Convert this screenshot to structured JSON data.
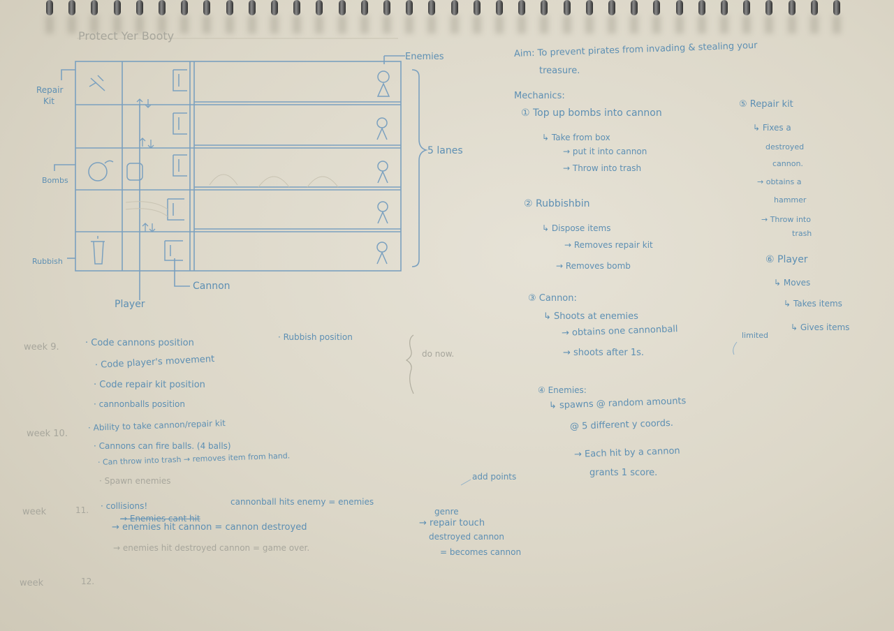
{
  "diagram": {
    "title": "Protect Yer Booty",
    "enemies_label": "Enemies",
    "repair_label_1": "Repair",
    "repair_label_2": "Kit",
    "bombs_label": "Bombs",
    "rubbish_label": "Rubbish",
    "lanes_label": "5 lanes",
    "cannon_label": "Cannon",
    "player_label": "Player"
  },
  "aim": {
    "line1": "Aim: To prevent pirates from invading & stealing your",
    "line2": "treasure."
  },
  "mechanics": {
    "heading": "Mechanics:",
    "m1": {
      "title": "① Top up bombs into cannon",
      "a": "↳ Take from box",
      "b": "→ put it into cannon",
      "c": "→ Throw into trash"
    },
    "m2": {
      "title": "② Rubbishbin",
      "a": "↳ Dispose items",
      "b": "→ Removes repair kit",
      "c": "→ Removes bomb"
    },
    "m3": {
      "title": "③ Cannon:",
      "a": "↳ Shoots at enemies",
      "b": "→ obtains one cannonball",
      "limited": "limited",
      "c": "→ shoots after 1s."
    },
    "m4": {
      "title": "④ Enemies:",
      "a": "↳ spawns @ random amounts",
      "b": "@ 5 different y coords.",
      "c": "→ Each hit by a cannon",
      "d": "grants 1 score."
    },
    "m5": {
      "title": "⑤ Repair kit",
      "a": "↳ Fixes a",
      "b": "destroyed",
      "c": "cannon.",
      "d": "→ obtains a",
      "e": "hammer",
      "f": "→ Throw into",
      "g": "trash"
    },
    "m6": {
      "title": "⑥ Player",
      "a": "↳ Moves",
      "b": "↳ Takes items",
      "c": "↳ Gives items"
    }
  },
  "weeks": {
    "w9": {
      "label": "week 9.",
      "items": [
        "· Code cannons position",
        "· Code player's movement",
        "· Code repair kit position",
        "· cannonballs position",
        "· Rubbish position"
      ],
      "note": "do now."
    },
    "w10": {
      "label": "week 10.",
      "items": [
        "· Ability to take cannon/repair kit",
        "· Cannons can fire balls. (4 balls)",
        "· Can throw into trash → removes item from hand.",
        "· Spawn enemies"
      ]
    },
    "w11": {
      "label": "week",
      "number": "11.",
      "struck": "· collisions!",
      "struck2": "→ Enemies cant hit",
      "items": [
        "cannonball hits enemy = enemies",
        "→ enemies hit cannon = cannon destroyed",
        "→ enemies hit destroyed cannon = game over."
      ],
      "add_points": "add points",
      "genre": "genre",
      "repair": [
        "→ repair touch",
        "destroyed cannon",
        "= becomes cannon"
      ]
    },
    "w12": {
      "label": "week",
      "number": "12."
    }
  }
}
